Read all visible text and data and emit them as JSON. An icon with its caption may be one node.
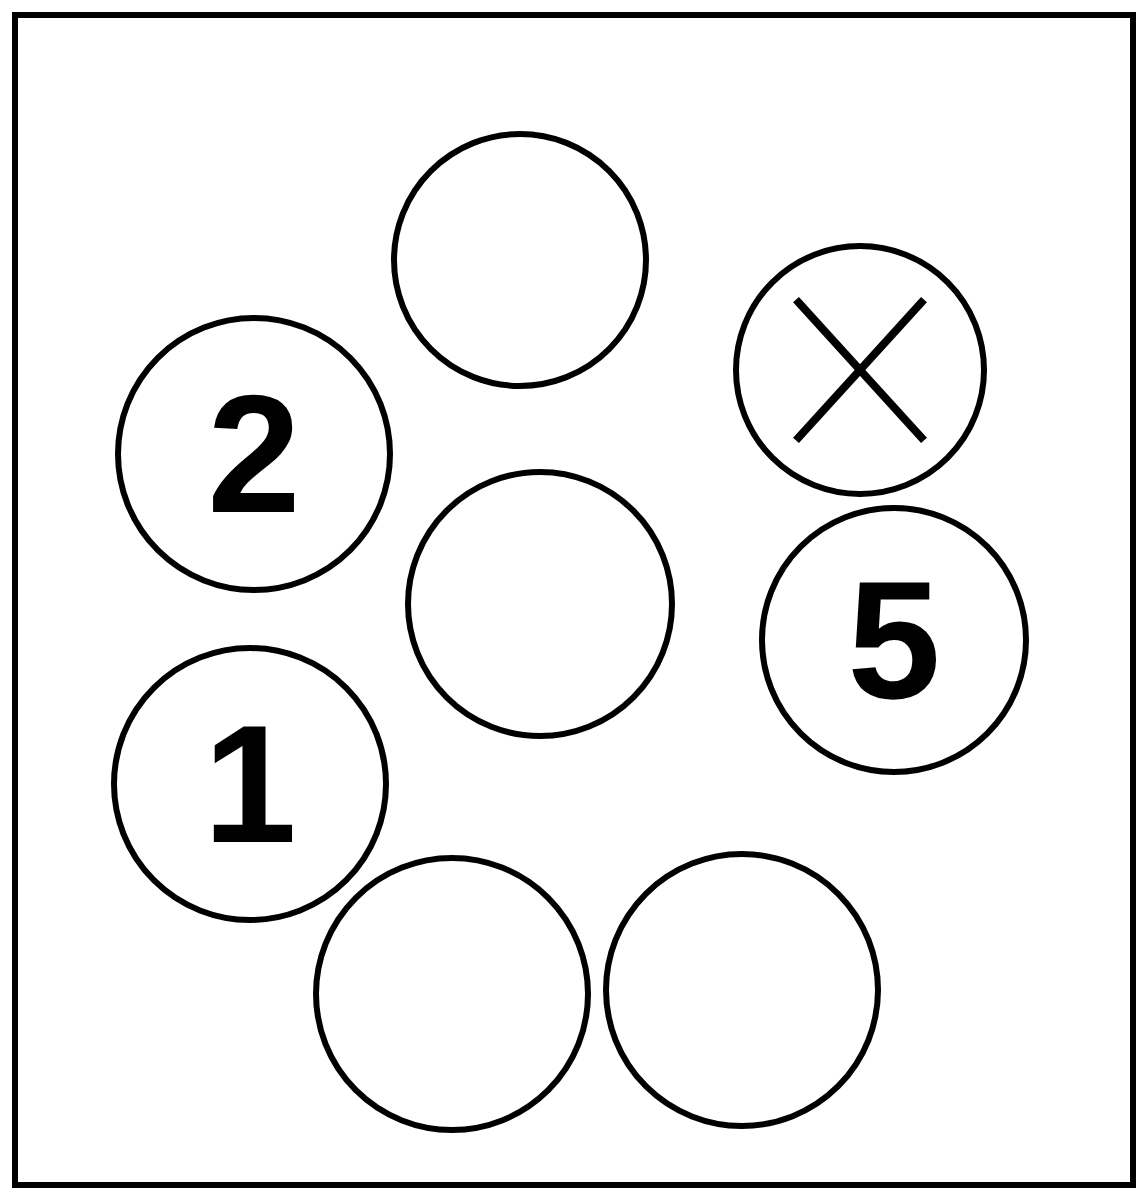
{
  "diagram": {
    "nodes": [
      {
        "text": [],
        "shape": "circle"
      },
      {
        "text": [],
        "shape": "cross"
      },
      {
        "text": [
          "2"
        ]
      },
      {
        "text": [],
        "shape": "circle"
      },
      {
        "text": [
          "5"
        ]
      },
      {
        "text": [
          "1"
        ]
      },
      {
        "text": [],
        "shape": "circle"
      },
      {
        "text": [],
        "shape": "circle"
      }
    ]
  }
}
